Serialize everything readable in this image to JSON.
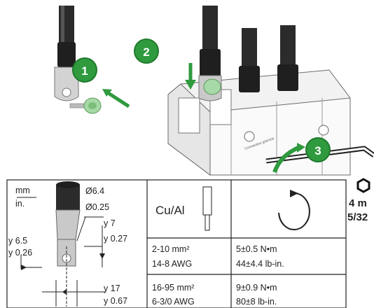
{
  "steps": [
    "1",
    "2",
    "3"
  ],
  "breaker": {
    "front_label": "Connection gris/noir"
  },
  "drawing": {
    "units_mm": "mm",
    "units_in": "in.",
    "dia_mm": "Ø6.4",
    "dia_in": "Ø0.25",
    "dim_a_mm": "y 7",
    "dim_a_in": "y 0.27",
    "dim_b_mm": "y 6.5",
    "dim_b_in": "y 0.26",
    "dim_c_mm": "y 17",
    "dim_c_in": "y 0.67"
  },
  "table": {
    "material": "Cu/Al",
    "rows": [
      {
        "mm2": "2-10 mm²",
        "awg": "14-8 AWG",
        "torque_nm": "5±0.5 N•m",
        "torque_lbin": "44±4.4 lb-in."
      },
      {
        "mm2": "16-95 mm²",
        "awg": "6-3/0 AWG",
        "torque_nm": "9±0.9 N•m",
        "torque_lbin": "80±8 lb-in."
      }
    ]
  },
  "tool": {
    "icon": "hex-key-icon",
    "size_mm": "4 m",
    "size_in": "5/32"
  },
  "colors": {
    "step_green": "#2f9a3e",
    "cable": "#2b2b2b",
    "lug": "#c9c9c9",
    "screw_green": "#a7d8a7"
  }
}
